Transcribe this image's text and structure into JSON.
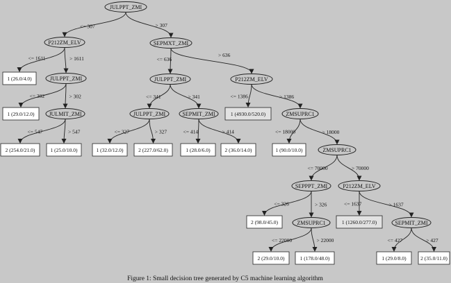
{
  "caption": "Figure 1: Small decision tree generated by C5 machine learning algorithm",
  "colors": {
    "background": "#c8c8c8",
    "leaf_white": "#ffffff",
    "leaf_gray": "#e2e2e2",
    "stroke": "#222222"
  },
  "nodes": [
    {
      "id": "n1",
      "label": "JULPPT_ZMI"
    },
    {
      "id": "n2",
      "label": "P212ZM_ELV"
    },
    {
      "id": "n3",
      "label": "SEPMXT_ZMI"
    },
    {
      "id": "n4",
      "label": "JULPPT_ZMI"
    },
    {
      "id": "n5",
      "label": "JULMIT_ZMI"
    },
    {
      "id": "n6",
      "label": "JULPPT_ZMI"
    },
    {
      "id": "n7",
      "label": "SEPMIT_ZMI"
    },
    {
      "id": "n8",
      "label": "P212ZM_ELV"
    },
    {
      "id": "n9",
      "label": "ZMSUPRC1"
    },
    {
      "id": "n10",
      "label": "ZMSUPRC1"
    },
    {
      "id": "n11",
      "label": "SEPPPT_ZMI"
    },
    {
      "id": "n12",
      "label": "P212ZM_ELV"
    },
    {
      "id": "n13",
      "label": "ZMSUPRC1"
    },
    {
      "id": "n14",
      "label": "SEPMIT_ZMI"
    }
  ],
  "leaves": [
    {
      "id": "l1",
      "label": "1  (26.0/4.0)"
    },
    {
      "id": "l2",
      "label": "1  (29.0/12.0)"
    },
    {
      "id": "l3",
      "label": "2  (254.0/21.0)"
    },
    {
      "id": "l4",
      "label": "1  (25.0/10.0)"
    },
    {
      "id": "l5",
      "label": "1  (32.0/12.0)"
    },
    {
      "id": "l6",
      "label": "2  (227.0/62.0)"
    },
    {
      "id": "l7",
      "label": "1  (28.0/6.0)"
    },
    {
      "id": "l8",
      "label": "2  (36.0/14.0)"
    },
    {
      "id": "l9",
      "label": "1  (4930.0/520.0)"
    },
    {
      "id": "l10",
      "label": "1  (90.0/10.0)"
    },
    {
      "id": "l11",
      "label": "2  (98.0/45.0)"
    },
    {
      "id": "l12",
      "label": "2  (29.0/10.0)"
    },
    {
      "id": "l13",
      "label": "1  (178.0/48.0)"
    },
    {
      "id": "l14",
      "label": "1  (1260.0/277.0)"
    },
    {
      "id": "l15",
      "label": "1  (29.0/8.0)"
    },
    {
      "id": "l16",
      "label": "2  (35.0/11.0)"
    }
  ],
  "edges": [
    {
      "from": "n1",
      "to": "n2",
      "label": "<= 307"
    },
    {
      "from": "n1",
      "to": "n3",
      "label": "> 307"
    },
    {
      "from": "n2",
      "to": "l1",
      "label": "<= 1611"
    },
    {
      "from": "n2",
      "to": "n4",
      "label": "> 1611"
    },
    {
      "from": "n4",
      "to": "l2",
      "label": "<= 302"
    },
    {
      "from": "n4",
      "to": "n5",
      "label": "> 302"
    },
    {
      "from": "n5",
      "to": "l3",
      "label": "<= 547"
    },
    {
      "from": "n5",
      "to": "l4",
      "label": "> 547"
    },
    {
      "from": "n3",
      "to": "n6",
      "label": "<= 636"
    },
    {
      "from": "n3",
      "to": "n8",
      "label": "> 636"
    },
    {
      "from": "n6",
      "to": "n6b",
      "label": "<= 341"
    },
    {
      "from": "n6",
      "to": "n7",
      "label": "> 341"
    },
    {
      "from": "n6b",
      "to": "l5",
      "label": "<= 327"
    },
    {
      "from": "n6b",
      "to": "l6",
      "label": "> 327"
    },
    {
      "from": "n7",
      "to": "l7",
      "label": "<= 414"
    },
    {
      "from": "n7",
      "to": "l8",
      "label": "> 414"
    },
    {
      "from": "n8",
      "to": "l9",
      "label": "<= 1386"
    },
    {
      "from": "n8",
      "to": "n9",
      "label": "> 1386"
    },
    {
      "from": "n9",
      "to": "l10",
      "label": "<= 18000"
    },
    {
      "from": "n9",
      "to": "n10",
      "label": "> 18000"
    },
    {
      "from": "n10",
      "to": "n11",
      "label": "<= 70000"
    },
    {
      "from": "n10",
      "to": "n12",
      "label": "> 70000"
    },
    {
      "from": "n11",
      "to": "l11",
      "label": "<= 326"
    },
    {
      "from": "n11",
      "to": "n13",
      "label": "> 326"
    },
    {
      "from": "n13",
      "to": "l12",
      "label": "<= 22000"
    },
    {
      "from": "n13",
      "to": "l13",
      "label": "> 22000"
    },
    {
      "from": "n12",
      "to": "l14",
      "label": "<= 1637"
    },
    {
      "from": "n12",
      "to": "n14",
      "label": "> 1637"
    },
    {
      "from": "n14",
      "to": "l15",
      "label": "<= 427"
    },
    {
      "from": "n14",
      "to": "l16",
      "label": "> 427"
    }
  ],
  "extra_nodes": [
    {
      "id": "n6b",
      "label": "JULPPT_ZMI"
    }
  ]
}
